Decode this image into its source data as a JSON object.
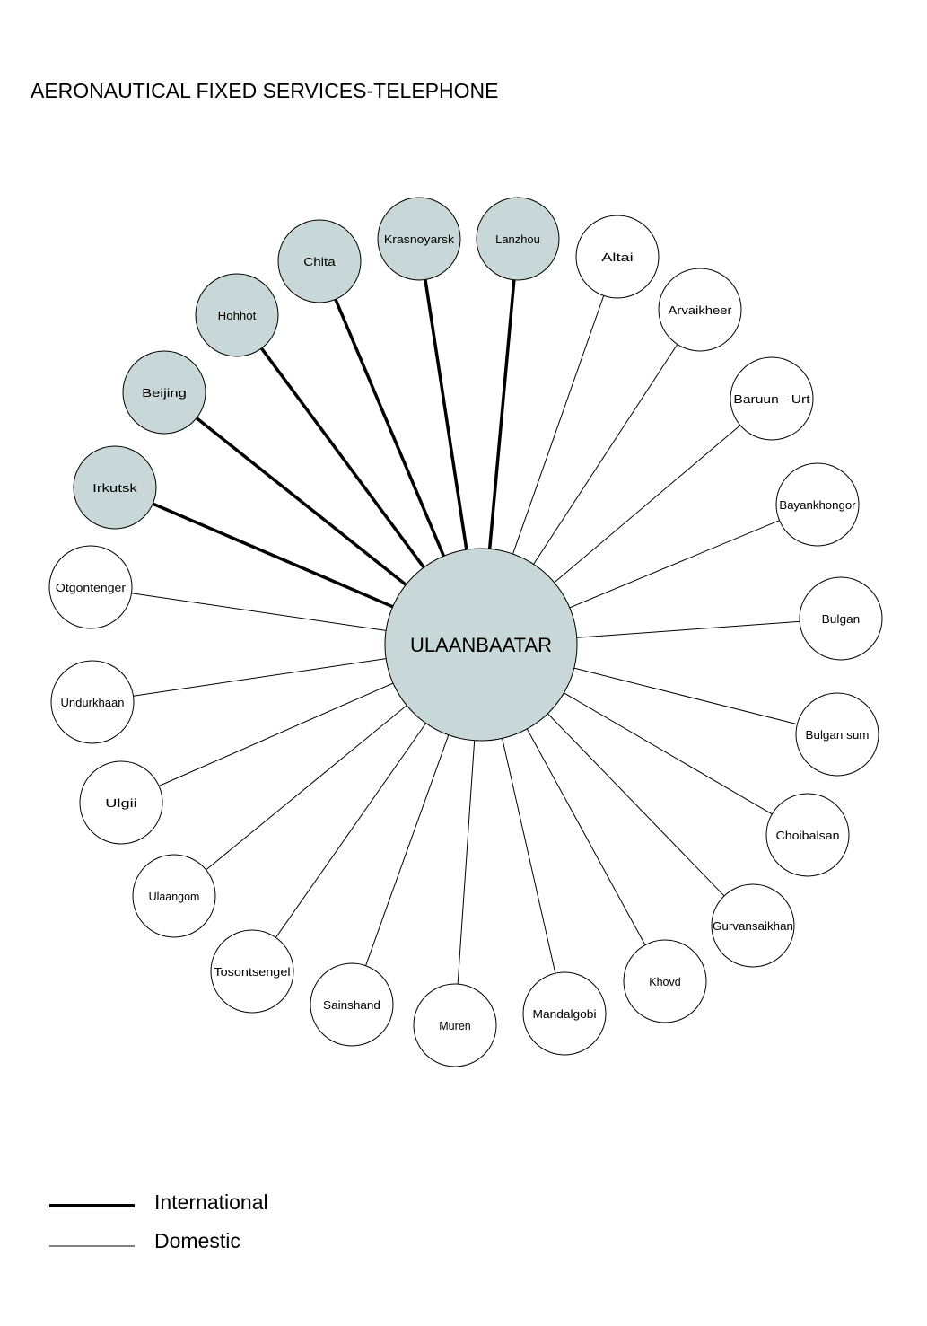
{
  "title": "AERONAUTICAL FIXED SERVICES-TELEPHONE",
  "hub": {
    "label": "ULAANBAATAR",
    "fill": "#c8d7d7"
  },
  "colors": {
    "international_node_fill": "#c8d7d7",
    "domestic_node_fill": "#ffffff",
    "line": "#000000"
  },
  "nodes": [
    {
      "label": "Irkutsk",
      "type": "international"
    },
    {
      "label": "Beijing",
      "type": "international"
    },
    {
      "label": "Hohhot",
      "type": "international"
    },
    {
      "label": "Chita",
      "type": "international"
    },
    {
      "label": "Krasnoyarsk",
      "type": "international"
    },
    {
      "label": "Lanzhou",
      "type": "international"
    },
    {
      "label": "Altai",
      "type": "domestic"
    },
    {
      "label": "Arvaikheer",
      "type": "domestic"
    },
    {
      "label": "Baruun - Urt",
      "type": "domestic"
    },
    {
      "label": "Bayankhongor",
      "type": "domestic"
    },
    {
      "label": "Bulgan",
      "type": "domestic"
    },
    {
      "label": "Bulgan sum",
      "type": "domestic"
    },
    {
      "label": "Choibalsan",
      "type": "domestic"
    },
    {
      "label": "Gurvansaikhan",
      "type": "domestic"
    },
    {
      "label": "Khovd",
      "type": "domestic"
    },
    {
      "label": "Mandalgobi",
      "type": "domestic"
    },
    {
      "label": "Muren",
      "type": "domestic"
    },
    {
      "label": "Sainshand",
      "type": "domestic"
    },
    {
      "label": "Tosontsengel",
      "type": "domestic"
    },
    {
      "label": "Ulaangom",
      "type": "domestic"
    },
    {
      "label": "Ulgii",
      "type": "domestic"
    },
    {
      "label": "Undurkhaan",
      "type": "domestic"
    },
    {
      "label": "Otgontenger",
      "type": "domestic"
    }
  ],
  "legend": {
    "international": "International",
    "domestic": "Domestic"
  }
}
